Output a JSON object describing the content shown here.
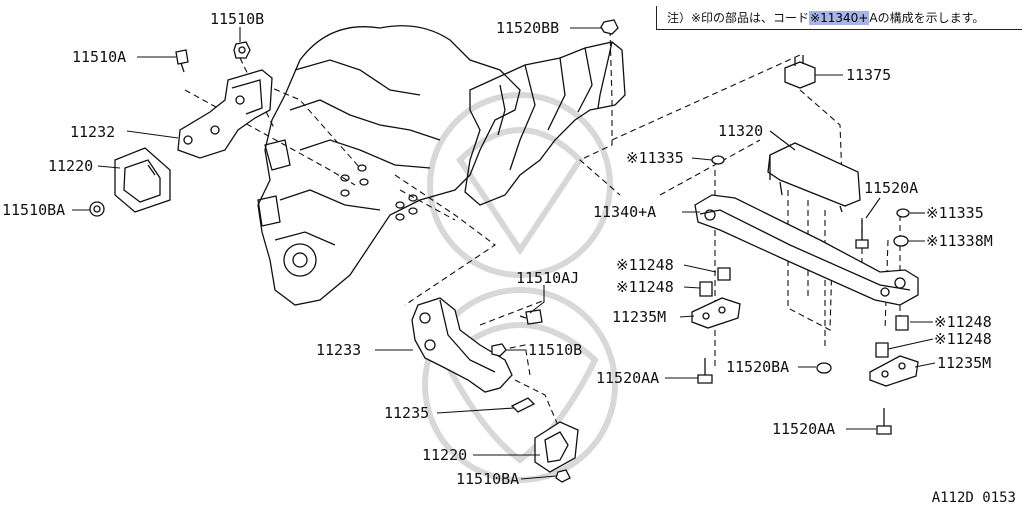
{
  "note": {
    "prefix": "注）※印の部品は、コード",
    "highlight": "※11340+",
    "suffix": "Aの構成を示します。"
  },
  "diagram_code": "A112D 0153",
  "labels": {
    "p11510B_top": "11510B",
    "p11510A_top": "11510A",
    "p11232": "11232",
    "p11220_top": "11220",
    "p11510BA_top": "11510BA",
    "p11520BB": "11520BB",
    "p11375": "11375",
    "p11320": "11320",
    "p11335_a": "※11335",
    "p11340A": "11340+A",
    "p11520A": "11520A",
    "p11335_b": "※11335",
    "p11338M": "※11338M",
    "p11248_a": "※11248",
    "p11248_b": "※11248",
    "p11235M_left": "11235M",
    "p11248_c": "※11248",
    "p11248_d": "※11248",
    "p11235M_right": "11235M",
    "p11510AJ": "11510AJ",
    "p11510B_mid": "11510B",
    "p11233": "11233",
    "p11520AA_left": "11520AA",
    "p11520BA": "11520BA",
    "p11235": "11235",
    "p11220_bottom": "11220",
    "p11510BA_bottom": "11510BA",
    "p11520AA_right": "11520AA"
  }
}
